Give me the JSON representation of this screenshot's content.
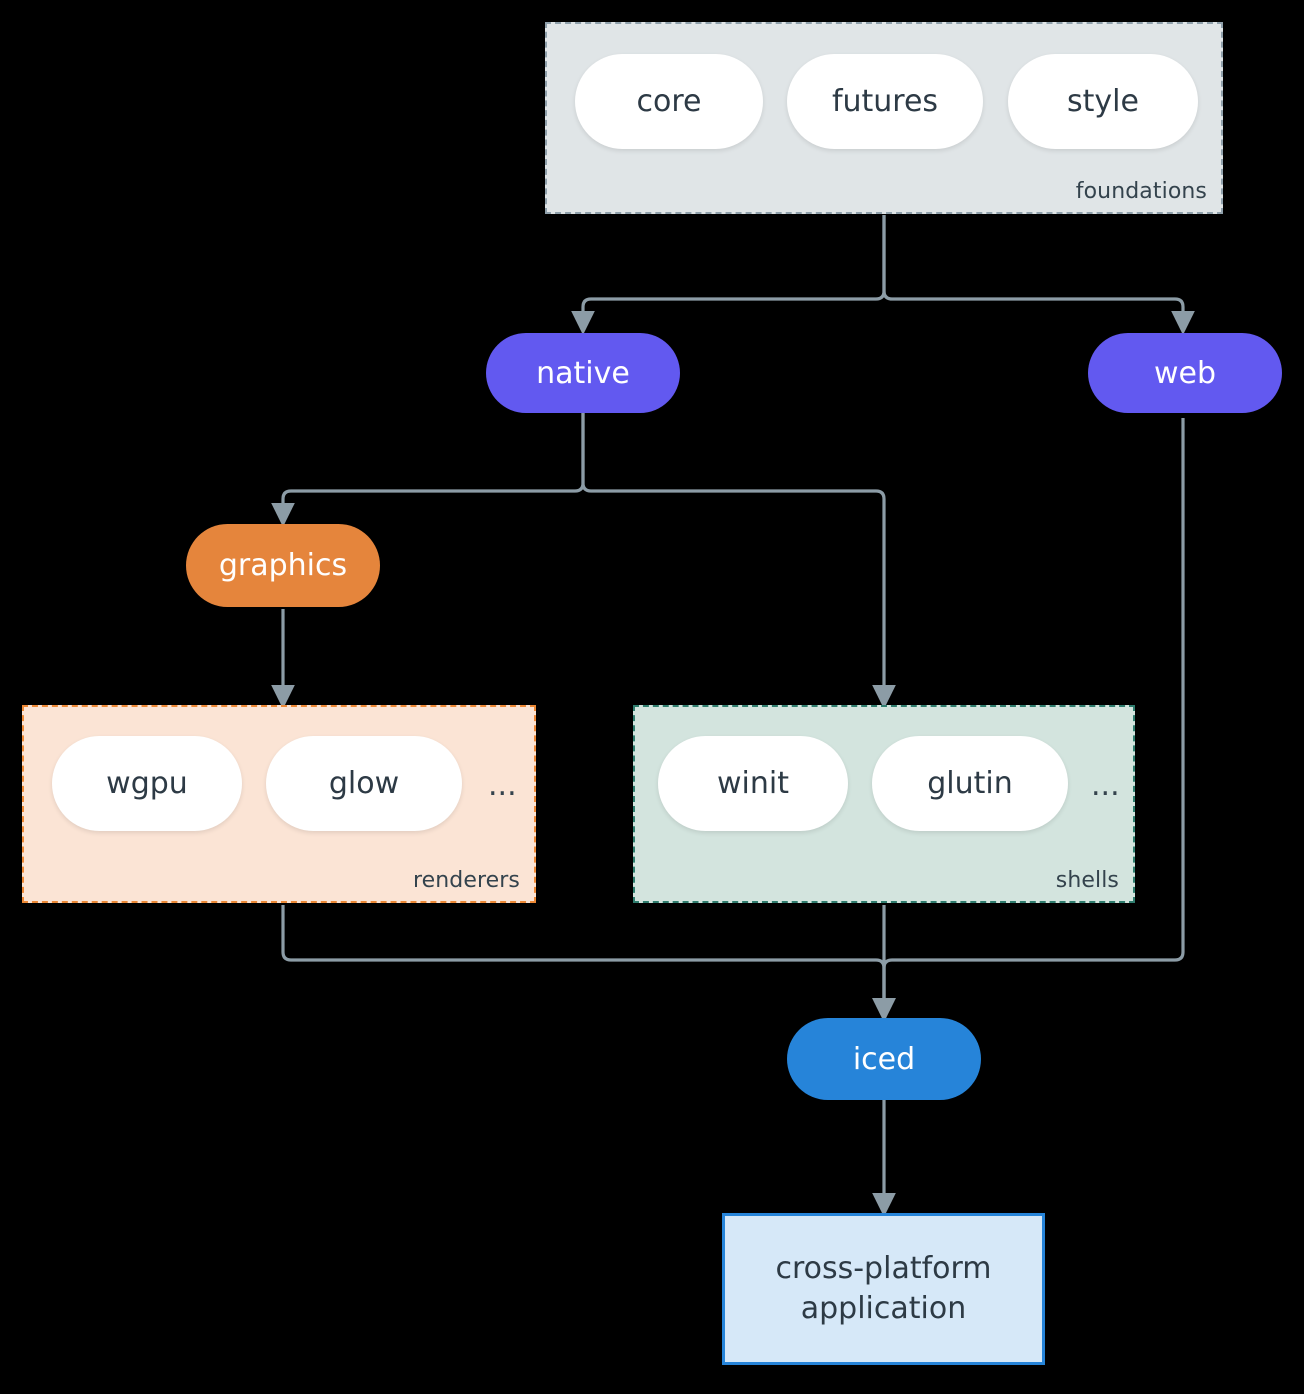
{
  "diagram": {
    "type": "flowchart",
    "direction": "top-down",
    "background": "#000000",
    "edge_color": "#8c9ca6",
    "colors": {
      "purple": "#6259f0",
      "orange": "#e5853c",
      "blue": "#2684d9",
      "foundations_fill": "#e0e5e7",
      "foundations_border": "#8fa0ab",
      "renderers_fill": "#fbe4d5",
      "renderers_border": "#ed8936",
      "shells_fill": "#d3e4de",
      "shells_border": "#2f7d6e",
      "app_fill": "#d6e8f8",
      "app_border": "#2684d9",
      "text_dark": "#2d3a45",
      "text_white": "#ffffff"
    },
    "groups": {
      "foundations": {
        "label": "foundations",
        "items": [
          {
            "label": "core"
          },
          {
            "label": "futures"
          },
          {
            "label": "style"
          }
        ]
      },
      "renderers": {
        "label": "renderers",
        "ellipsis": "...",
        "items": [
          {
            "label": "wgpu"
          },
          {
            "label": "glow"
          }
        ]
      },
      "shells": {
        "label": "shells",
        "ellipsis": "...",
        "items": [
          {
            "label": "winit"
          },
          {
            "label": "glutin"
          }
        ]
      }
    },
    "nodes": {
      "native": {
        "label": "native"
      },
      "web": {
        "label": "web"
      },
      "graphics": {
        "label": "graphics"
      },
      "iced": {
        "label": "iced"
      },
      "application": {
        "line1": "cross-platform",
        "line2": "application"
      }
    },
    "edges": [
      {
        "from": "foundations",
        "to": "native"
      },
      {
        "from": "foundations",
        "to": "web"
      },
      {
        "from": "native",
        "to": "graphics"
      },
      {
        "from": "native",
        "to": "shells"
      },
      {
        "from": "graphics",
        "to": "renderers"
      },
      {
        "from": "renderers",
        "to": "iced"
      },
      {
        "from": "shells",
        "to": "iced"
      },
      {
        "from": "web",
        "to": "iced"
      },
      {
        "from": "iced",
        "to": "application"
      }
    ]
  }
}
